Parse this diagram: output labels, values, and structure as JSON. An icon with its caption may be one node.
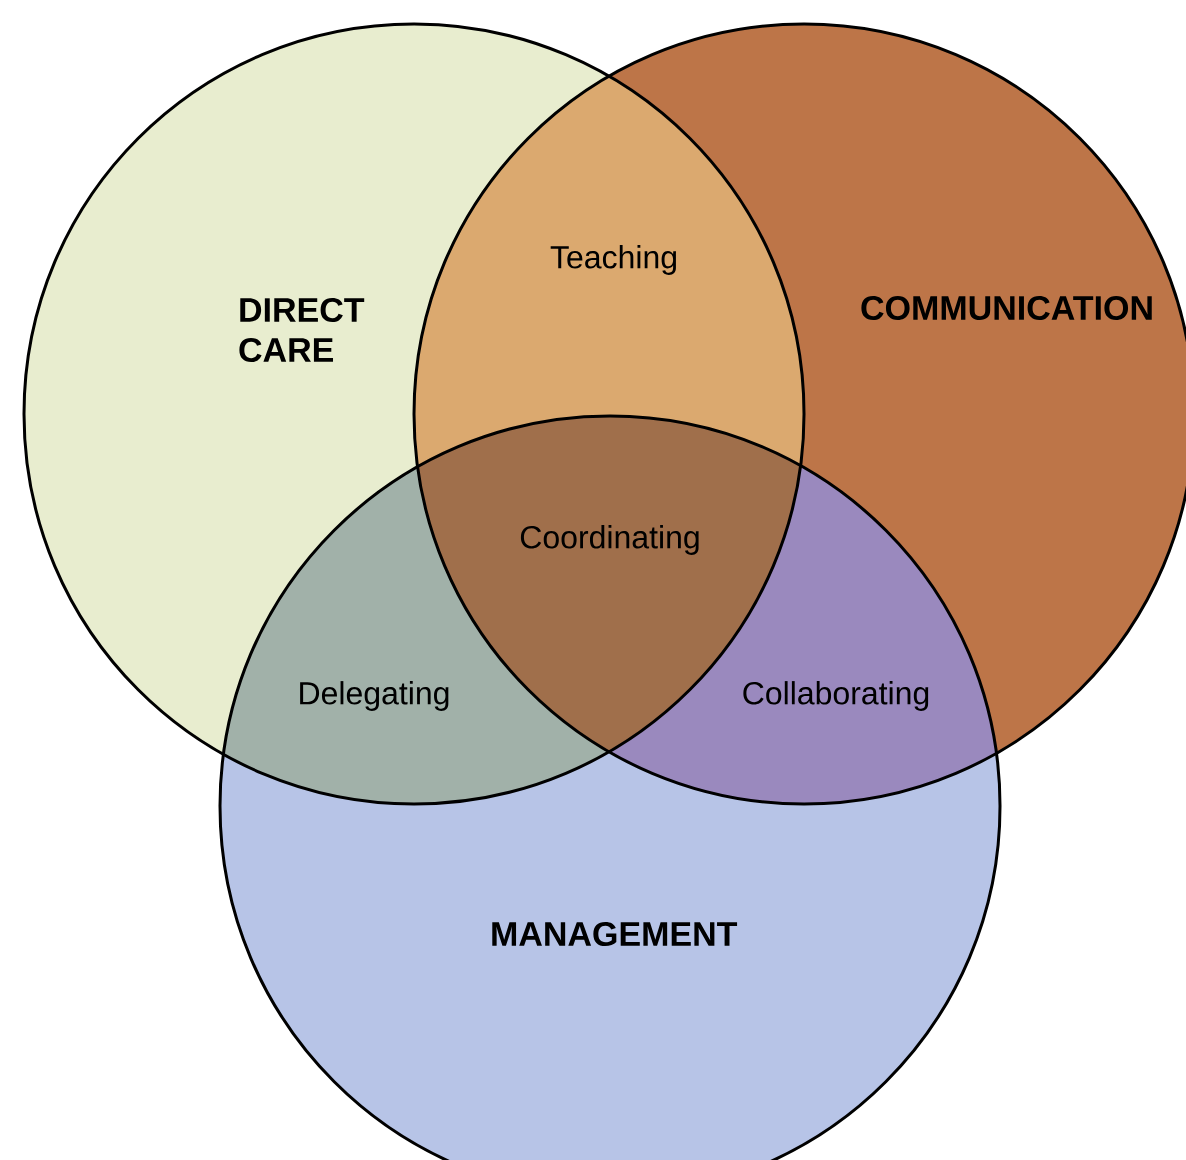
{
  "diagram": {
    "nodes": [
      {
        "text": [
          "DIRECT CARE"
        ]
      },
      {
        "text": [
          "COMMUNICATION"
        ]
      },
      {
        "text": [
          "MANAGEMENT"
        ]
      }
    ],
    "labels": [
      "Teaching",
      "Coordinating",
      "Delegating",
      "Collaborating"
    ]
  }
}
